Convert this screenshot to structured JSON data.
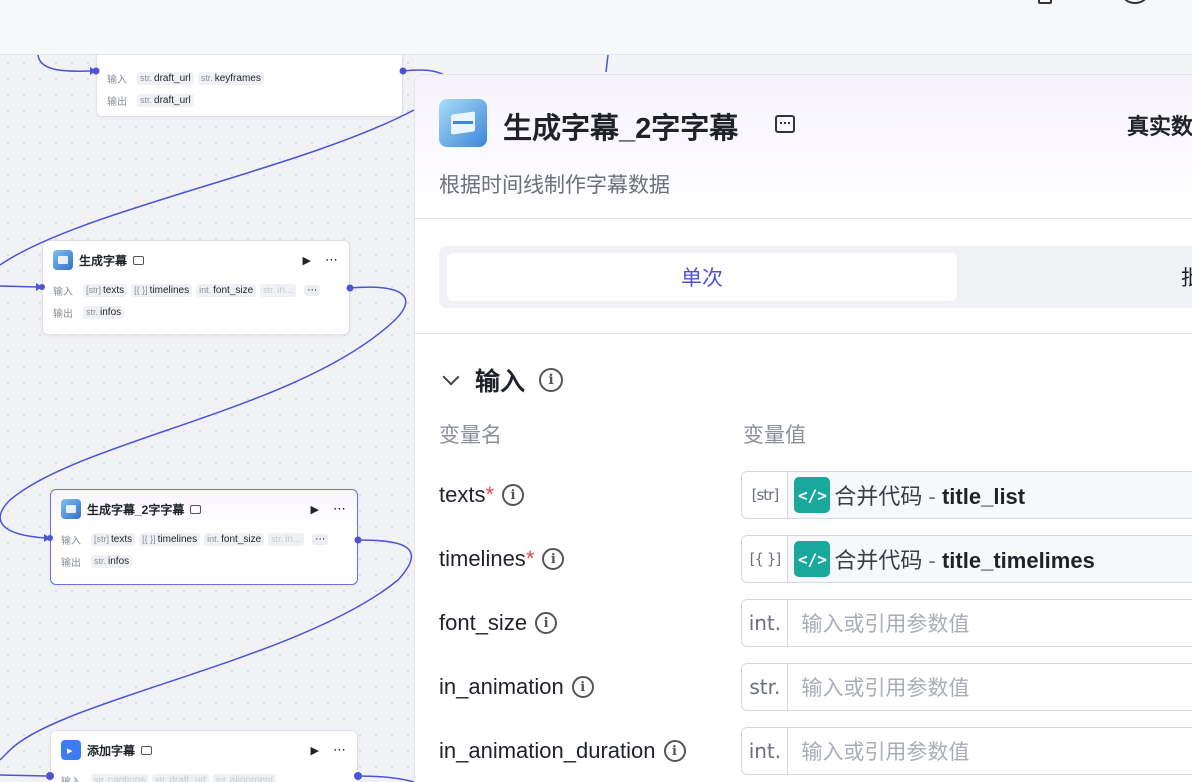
{
  "nodes": [
    {
      "id": "node-top",
      "inputs_label": "输入",
      "inputs": [
        {
          "type": "str.",
          "name": "draft_url"
        },
        {
          "type": "str.",
          "name": "keyframes"
        }
      ],
      "outputs_label": "输出",
      "outputs": [
        {
          "type": "str.",
          "name": "draft_url"
        }
      ]
    },
    {
      "id": "node-subtitle",
      "title": "生成字幕",
      "inputs_label": "输入",
      "inputs": [
        {
          "type": "[str]",
          "name": "texts"
        },
        {
          "type": "[{ }]",
          "name": "timelines"
        },
        {
          "type": "int.",
          "name": "font_size"
        },
        {
          "type": "str.",
          "name": "in..."
        }
      ],
      "outputs_label": "输出",
      "outputs": [
        {
          "type": "str.",
          "name": "infos"
        }
      ]
    },
    {
      "id": "node-subtitle2",
      "title": "生成字幕_2字字幕",
      "inputs_label": "输入",
      "inputs": [
        {
          "type": "[str]",
          "name": "texts"
        },
        {
          "type": "[{ }]",
          "name": "timelines"
        },
        {
          "type": "int.",
          "name": "font_size"
        },
        {
          "type": "str.",
          "name": "in..."
        }
      ],
      "outputs_label": "输出",
      "outputs": [
        {
          "type": "str.",
          "name": "infos"
        }
      ]
    },
    {
      "id": "node-add",
      "title": "添加字幕",
      "inputs_label": "输入",
      "inputs": [
        {
          "type": "str.",
          "name": "captions"
        },
        {
          "type": "str.",
          "name": "draft_url"
        },
        {
          "type": "int.",
          "name": "alignment"
        }
      ]
    }
  ],
  "panel": {
    "title": "生成字幕_2字字幕",
    "real_data_label": "真实数",
    "description": "根据时间线制作字幕数据",
    "tabs": [
      {
        "label": "单次",
        "active": true
      },
      {
        "label": "批",
        "active": false
      }
    ],
    "input_section": {
      "title": "输入",
      "col_name": "变量名",
      "col_value": "变量值",
      "params": [
        {
          "name": "texts",
          "required": true,
          "type": "[str]",
          "ref_source": "合并代码",
          "ref_var": "title_list"
        },
        {
          "name": "timelines",
          "required": true,
          "type": "[{ }]",
          "ref_source": "合并代码",
          "ref_var": "title_timelimes"
        },
        {
          "name": "font_size",
          "required": false,
          "type": "int.",
          "placeholder": "输入或引用参数值"
        },
        {
          "name": "in_animation",
          "required": false,
          "type": "str.",
          "placeholder": "输入或引用参数值"
        },
        {
          "name": "in_animation_duration",
          "required": false,
          "type": "int.",
          "placeholder": "输入或引用参数值"
        }
      ]
    }
  },
  "colors": {
    "accent": "#4d52d8",
    "code_node": "#1aa79c",
    "required": "#e24a4a"
  }
}
